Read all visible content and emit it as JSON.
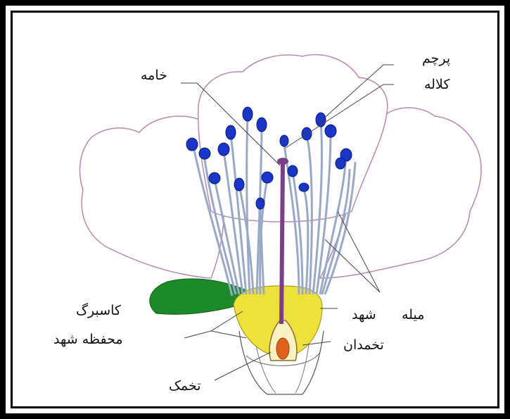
{
  "labels": {
    "stamen": "پرچم",
    "stigma": "کلاله",
    "style": "خامه",
    "sepal": "کاسبرگ",
    "nectary_chamber": "محفظه شهد",
    "filament": "میله",
    "nectar": "شهد",
    "ovary": "تخمدان",
    "ovule": "تخمک"
  },
  "colors": {
    "petal_outline": "#b48ab4",
    "anther": "#1a36c8",
    "filament": "#9aa8c8",
    "style": "#7a3f8a",
    "sepal": "#1d8a2a",
    "nectar": "#eee13a",
    "ovule": "#e0621c"
  }
}
